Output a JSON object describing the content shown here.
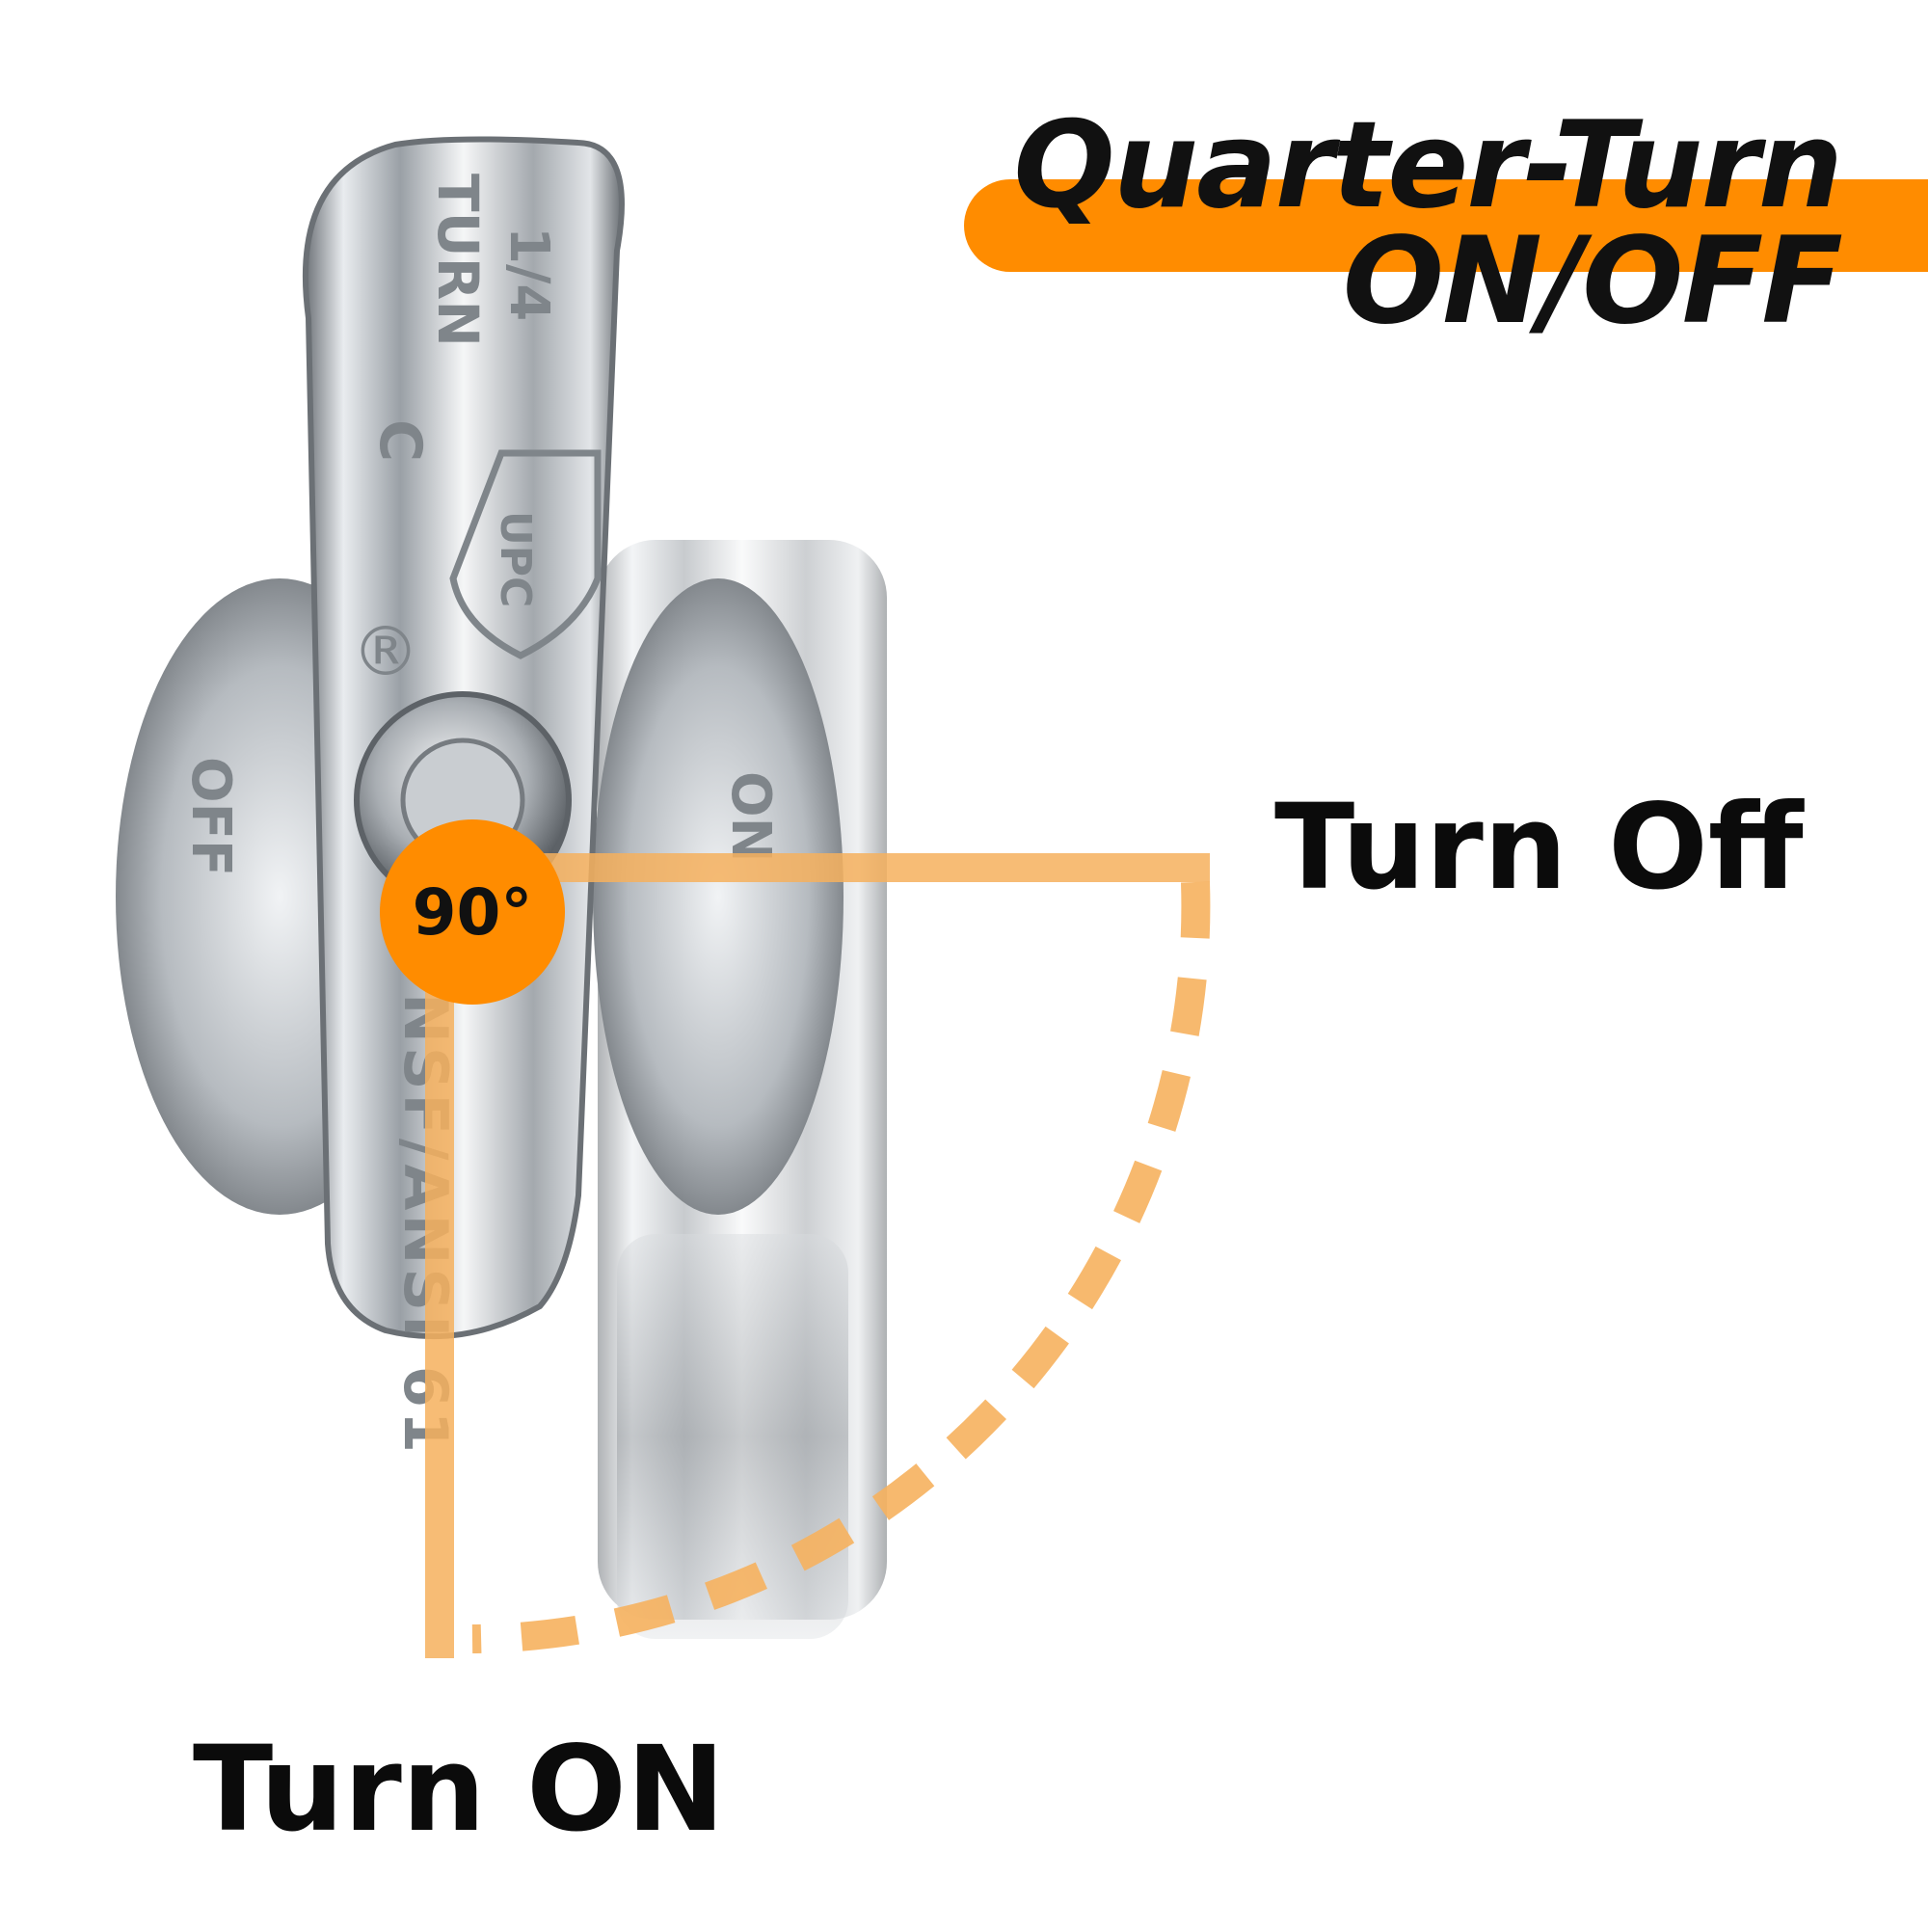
{
  "headline": {
    "line1": "Quarter-Turn",
    "line2": "ON/OFF"
  },
  "labels": {
    "turn_off": "Turn Off",
    "turn_on": "Turn ON",
    "angle": "90°"
  },
  "handle_markings": {
    "top_left": "1/4",
    "top_right": "TURN",
    "letter": "C",
    "shield_text": "UPC",
    "registered": "®",
    "stem_text": "NSF/ANSI 61",
    "flange_left": "OFF",
    "flange_right": "ON"
  },
  "colors": {
    "accent": "#ff8c00",
    "accent_light": "#f6b15e",
    "text": "#111111"
  }
}
